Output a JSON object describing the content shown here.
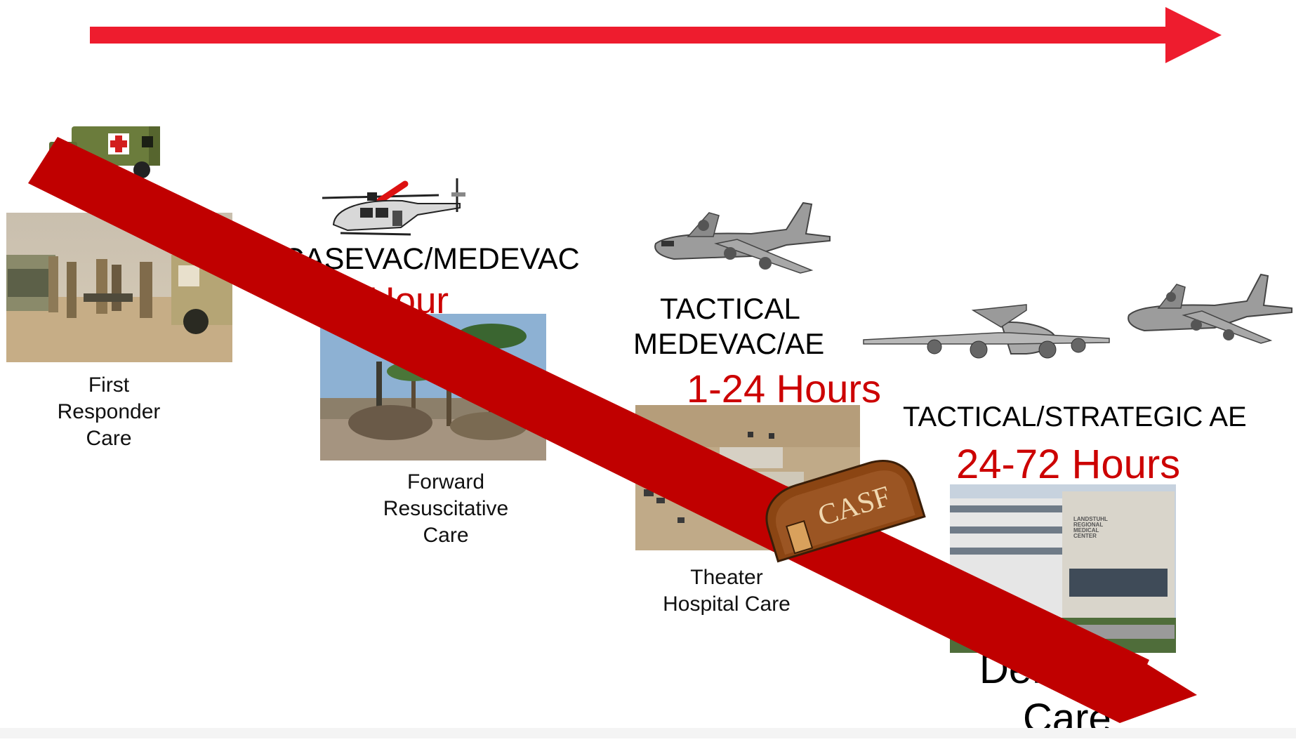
{
  "colors": {
    "top_arrow": "#ee1c2e",
    "diagonal_arrow": "#c00000",
    "time_text": "#cc0000",
    "casf_fill": "#8b4513",
    "casf_text": "#f0d8b0"
  },
  "icons": {
    "ambulance": "ambulance-icon",
    "helicopter": "helicopter-icon",
    "tactical_aircraft": "c130-aircraft-icon",
    "strategic_jet": "c17-aircraft-icon",
    "strategic_aircraft": "c130-aircraft-icon",
    "casf_shelter": "casf-shelter-icon"
  },
  "stages": {
    "first_responder": {
      "caption_lines": [
        "First",
        "Responder",
        "Care"
      ]
    },
    "forward": {
      "heading": "CASEVAC/MEDEVAC",
      "time": "1 Hour",
      "caption_lines": [
        "Forward",
        "Resuscitative",
        "Care"
      ]
    },
    "theater": {
      "heading_lines": [
        "TACTICAL",
        "MEDEVAC/AE"
      ],
      "time": "1-24 Hours",
      "caption_lines": [
        "Theater",
        "Hospital Care"
      ],
      "shelter_label": "CASF"
    },
    "definitive": {
      "heading": "TACTICAL/STRATEGIC AE",
      "time": "24-72 Hours",
      "caption_lines": [
        "Definitive",
        "Care"
      ],
      "sign_lines": [
        "LANDSTUHL",
        "REGIONAL",
        "MEDICAL",
        "CENTER"
      ]
    }
  }
}
